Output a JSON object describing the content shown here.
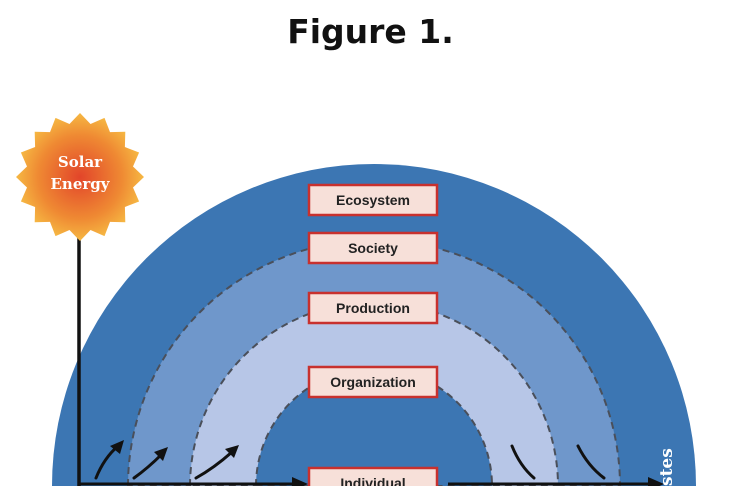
{
  "figure": {
    "title": "Figure 1."
  },
  "sun": {
    "line1": "Solar",
    "line2": "Energy"
  },
  "layers": [
    {
      "label": "Ecosystem"
    },
    {
      "label": "Society"
    },
    {
      "label": "Production"
    },
    {
      "label": "Organization"
    },
    {
      "label": "Individual"
    }
  ],
  "right_label": "stes",
  "colors": {
    "outer_ring": "#3c76b3",
    "second_ring": "#6f97cb",
    "third_ring": "#b7c6e7",
    "inner_core": "#3c76b3",
    "label_fill": "#f7e0d9",
    "label_border": "#c8312e",
    "sun_outer": "#f6c34a",
    "sun_inner": "#e8572e"
  }
}
